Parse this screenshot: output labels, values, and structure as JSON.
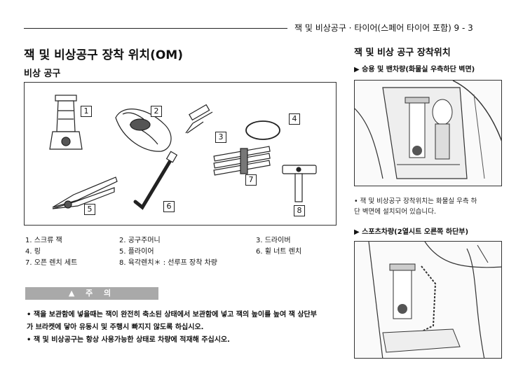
{
  "header": {
    "running_title": "잭 및 비상공구 · 타이어(스페어 타이어 포함)  9 - 3"
  },
  "left": {
    "title": "잭 및 비상공구 장착 위치(OM)",
    "subtitle": "비상 공구",
    "callouts": [
      "1",
      "2",
      "3",
      "4",
      "5",
      "6",
      "7",
      "8"
    ],
    "legend": [
      "1. 스크류 잭",
      "2. 공구주머니",
      "3. 드라이버",
      "4. 링",
      "5. 플라이어",
      "6. 휠 너트 렌치",
      "7. 오픈 렌치 세트",
      "8. 육각렌치＊ : 선루프 장착 차량"
    ]
  },
  "caution": {
    "label": "▲  주  의",
    "lines": [
      "• 잭을 보관함에 넣을때는 잭이 완전히 축소된 상태에서 보관함에 넣고 잭의 높이를 높여 잭 상단부",
      "  가 브라켓에 닿아 유동시 및 주행시 빠지지 않도록 하십시오.",
      "• 잭 및 비상공구는 항상 사용가능한 상태로 차량에 적재해 주십시오."
    ]
  },
  "right": {
    "title": "잭 및 비상 공구 장착위치",
    "section1": "▶ 승용 및 밴차량(화물실 우측하단 벽면)",
    "note_lines": [
      "• 잭 및 비상공구 장착위치는 화물실 우측 하",
      "  단 벽면에 설치되어 있습니다."
    ],
    "section2": "▶ 스포츠차량(2열시트 오른쪽 하단부)"
  }
}
